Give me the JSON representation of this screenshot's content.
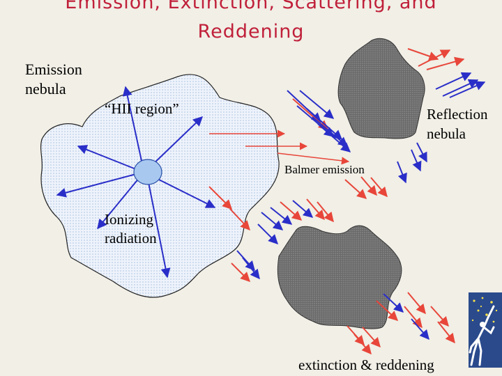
{
  "title": {
    "line1": "Emission, Extinction, Scattering, and",
    "line2": "Reddening"
  },
  "labels": {
    "emission_nebula": [
      "Emission",
      "nebula"
    ],
    "hii_region": "“HII region”",
    "reflection_nebula": [
      "Reflection",
      "nebula"
    ],
    "balmer_emission": "Balmer emission",
    "ionizing_radiation": [
      "Ionizing",
      "radiation"
    ],
    "extinction_reddening": "extinction & reddening"
  },
  "colors": {
    "background": "#f1efe6",
    "title": "#c0203a",
    "red_arrow": "#e8463a",
    "blue_arrow": "#2a2ec8",
    "star": "#a8c8f0",
    "nebula_fill": "#e6eefa",
    "dust_cloud": "#6f6f6f"
  },
  "icons": {
    "star": "star-icon",
    "logo": "star-reaching-logo"
  }
}
